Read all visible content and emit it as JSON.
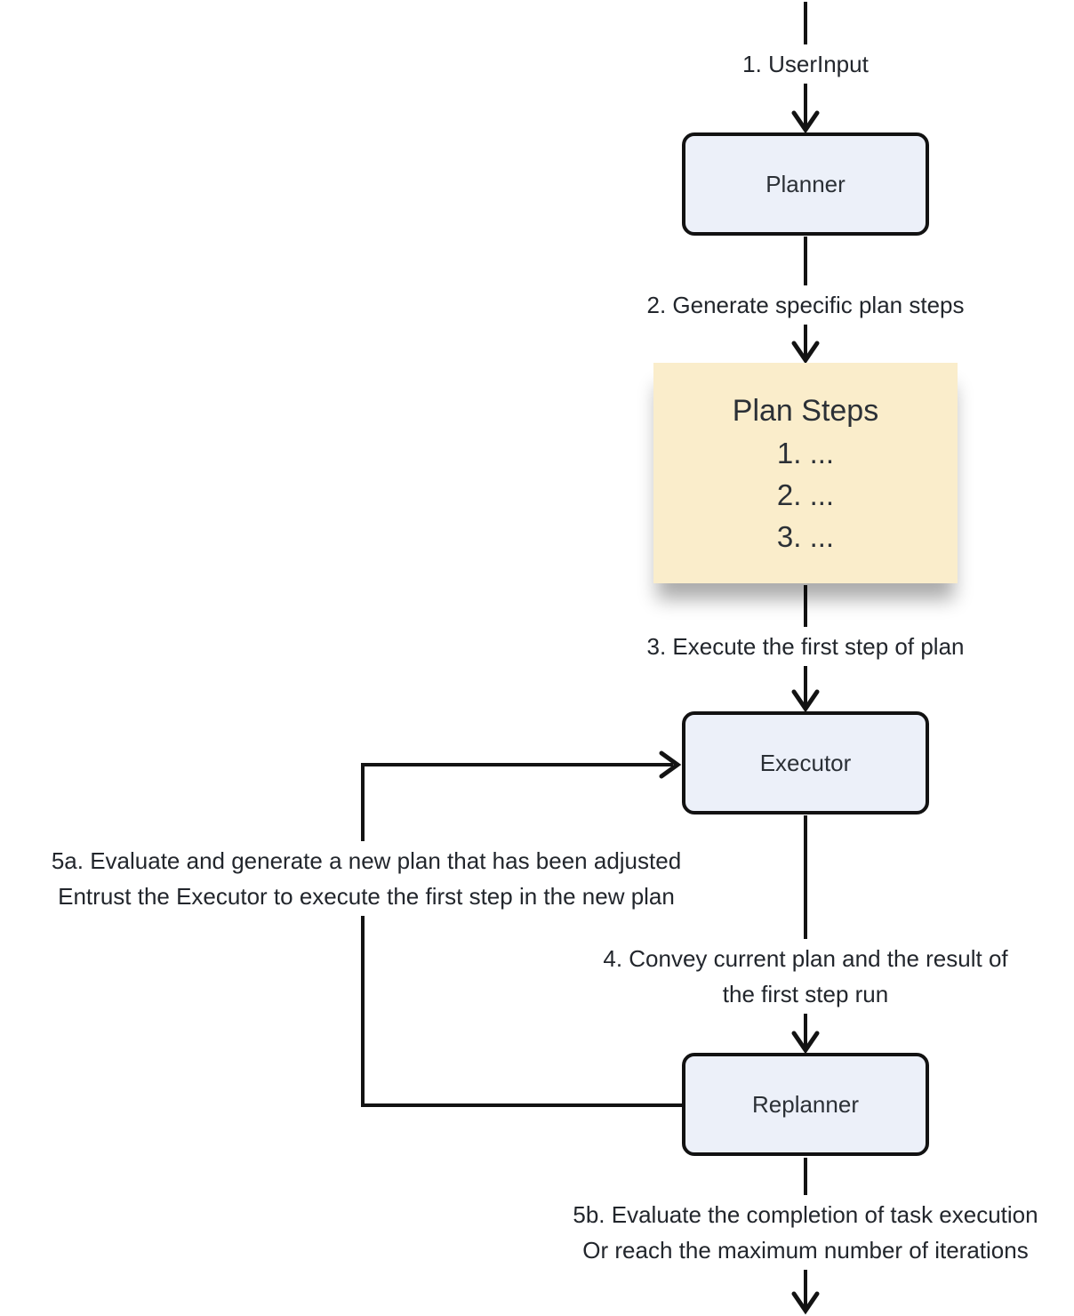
{
  "colors": {
    "background": "#FFFFFF",
    "node_fill": "#ECF0F9",
    "node_border": "#121212",
    "node_text": "#2B3036",
    "plan_steps_fill": "#FAEDCB",
    "edge_line": "#131313",
    "label_text": "#22262C"
  },
  "diagram": {
    "nodes": {
      "planner": {
        "label": "Planner"
      },
      "executor": {
        "label": "Executor"
      },
      "replanner": {
        "label": "Replanner"
      },
      "plan_steps": {
        "title": "Plan Steps",
        "items": [
          "1. ...",
          "2. ...",
          "3. ..."
        ]
      }
    },
    "edges": {
      "e1": {
        "label": "1. UserInput"
      },
      "e2": {
        "label": "2. Generate specific plan steps"
      },
      "e3": {
        "label": "3. Execute the first step of plan"
      },
      "e4": {
        "label_line1": "4. Convey current plan and the result of",
        "label_line2": "the first step run"
      },
      "e5a": {
        "label_line1": "5a. Evaluate and generate a new plan that has been adjusted",
        "label_line2": "Entrust the Executor to execute the first step in the new plan"
      },
      "e5b": {
        "label_line1": "5b. Evaluate the completion of task execution",
        "label_line2": "Or reach the maximum number of iterations"
      }
    }
  }
}
